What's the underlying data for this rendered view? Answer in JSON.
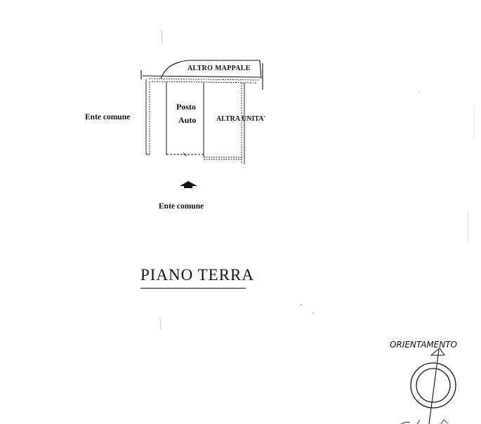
{
  "floor_title": "PIANO TERRA",
  "labels": {
    "altro_mappale": "ALTRO MAPPALE",
    "posto_auto_line1": "Posto",
    "posto_auto_line2": "Auto",
    "altra_unita": "ALTRA UNITA'",
    "ente_comune_left": "Ente comune",
    "ente_comune_bottom": "Ente comune"
  },
  "orientation": {
    "label": "ORIENTAMENTO",
    "icon": "north-compass-icon"
  },
  "entrance_arrow": {
    "icon": "arrow-up-icon"
  }
}
